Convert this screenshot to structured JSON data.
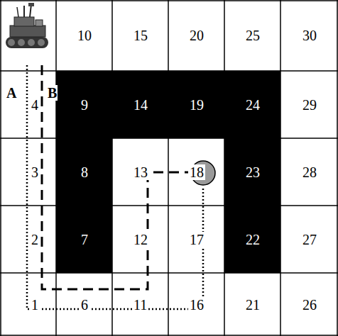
{
  "diagram": {
    "nodes": [
      {
        "text": [
          "10"
        ]
      },
      {
        "text": [
          "15"
        ]
      },
      {
        "text": [
          "20"
        ]
      },
      {
        "text": [
          "25"
        ]
      },
      {
        "text": [
          "30"
        ]
      },
      {
        "text": [
          "4"
        ]
      },
      {
        "text": [
          "9"
        ]
      },
      {
        "text": [
          "14"
        ]
      },
      {
        "text": [
          "19"
        ]
      },
      {
        "text": [
          "24"
        ]
      },
      {
        "text": [
          "29"
        ]
      },
      {
        "text": [
          "3"
        ]
      },
      {
        "text": [
          "8"
        ]
      },
      {
        "text": [
          "13"
        ]
      },
      {
        "text": [
          "18"
        ]
      },
      {
        "text": [
          "23"
        ]
      },
      {
        "text": [
          "28"
        ]
      },
      {
        "text": [
          "2"
        ]
      },
      {
        "text": [
          "7"
        ]
      },
      {
        "text": [
          "12"
        ]
      },
      {
        "text": [
          "17"
        ]
      },
      {
        "text": [
          "22"
        ]
      },
      {
        "text": [
          "27"
        ]
      },
      {
        "text": [
          "1"
        ]
      },
      {
        "text": [
          "6"
        ]
      },
      {
        "text": [
          "11"
        ]
      },
      {
        "text": [
          "16"
        ]
      },
      {
        "text": [
          "21"
        ]
      },
      {
        "text": [
          "26"
        ]
      }
    ],
    "labels": [
      "A",
      "B"
    ]
  }
}
